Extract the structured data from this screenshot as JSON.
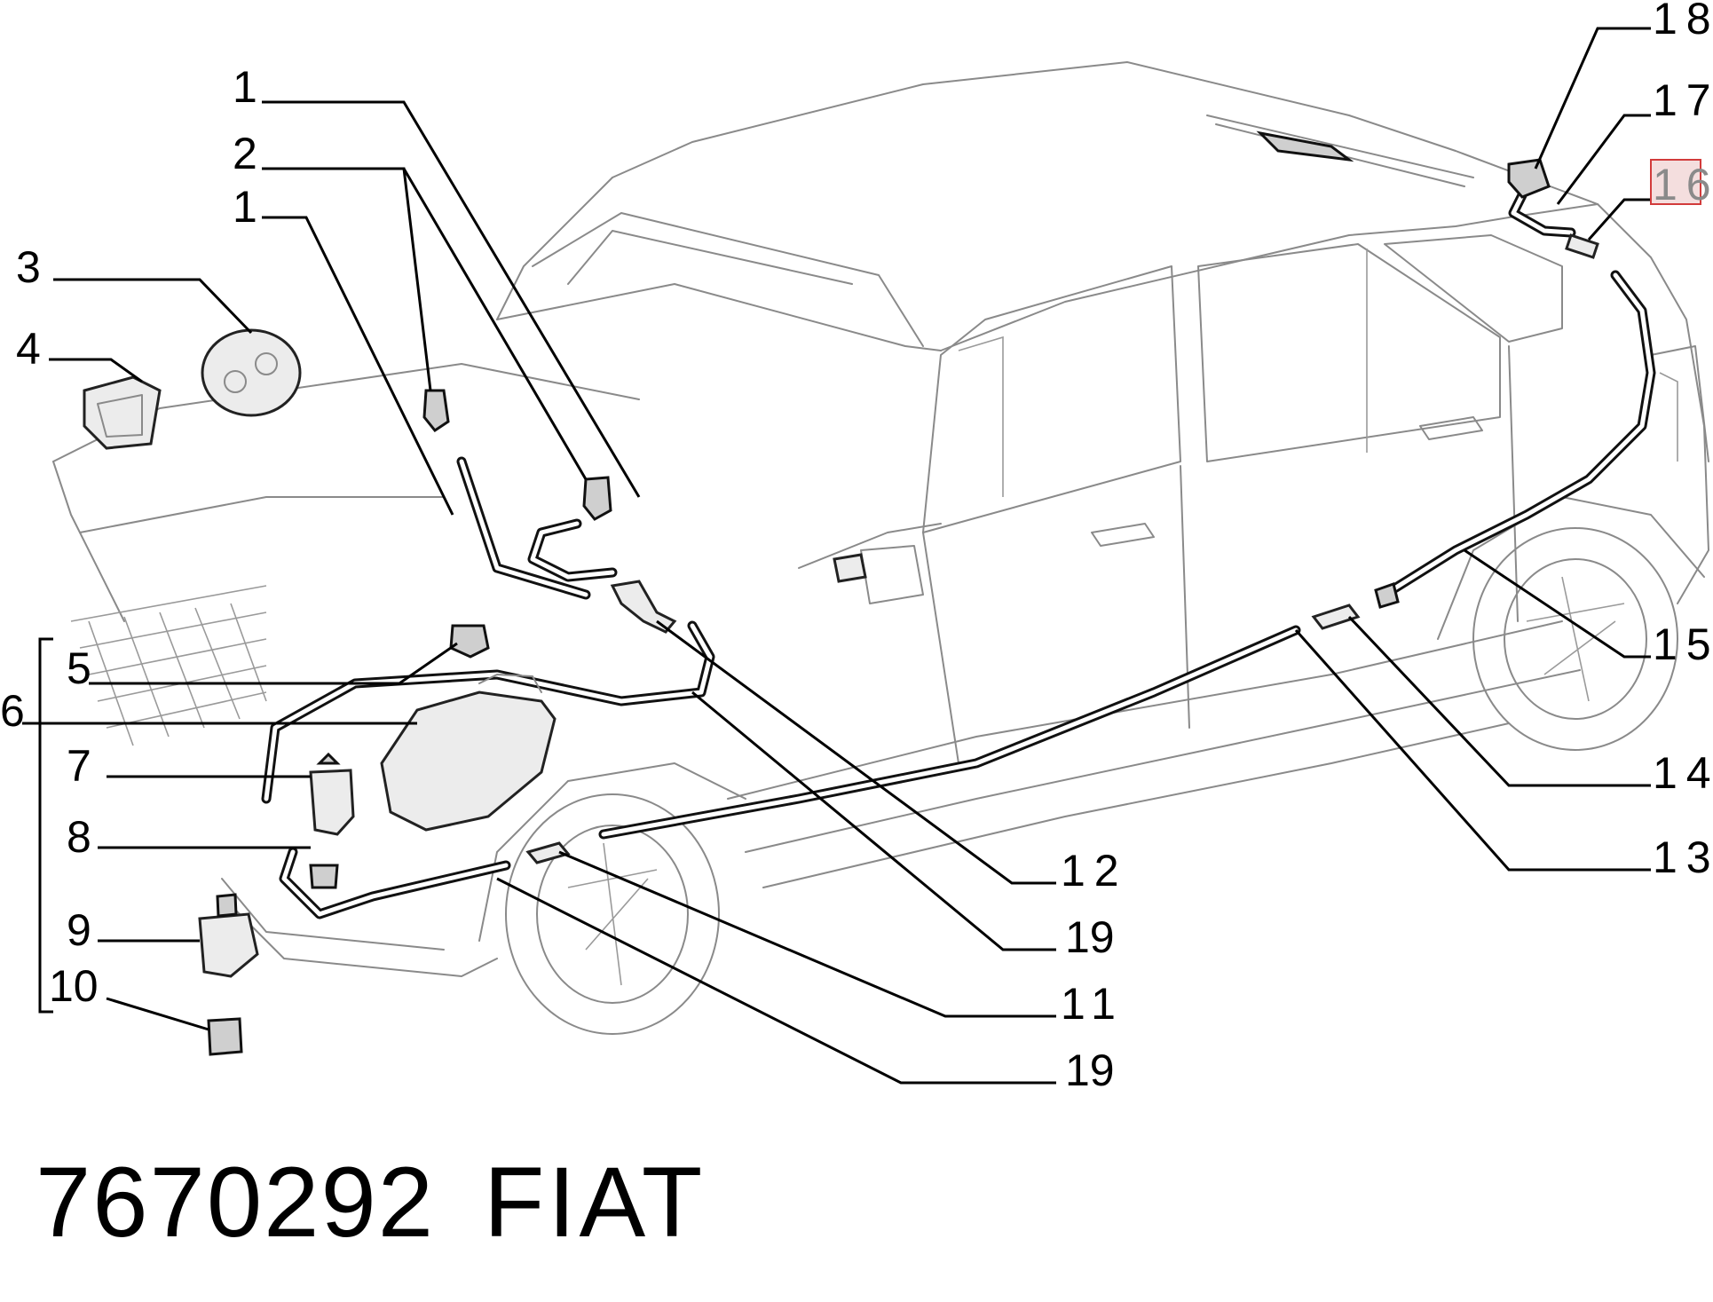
{
  "diagram": {
    "labels": [
      {
        "id": "1",
        "text": "1"
      },
      {
        "id": "2",
        "text": "2"
      },
      {
        "id": "1b",
        "text": "1"
      },
      {
        "id": "3",
        "text": "3"
      },
      {
        "id": "4",
        "text": "4"
      },
      {
        "id": "5",
        "text": "5"
      },
      {
        "id": "6",
        "text": "6"
      },
      {
        "id": "7",
        "text": "7"
      },
      {
        "id": "8",
        "text": "8"
      },
      {
        "id": "9",
        "text": "9"
      },
      {
        "id": "10",
        "text": "10"
      },
      {
        "id": "11",
        "text": "11"
      },
      {
        "id": "12",
        "text": "12"
      },
      {
        "id": "13",
        "text": "13"
      },
      {
        "id": "14",
        "text": "14"
      },
      {
        "id": "15",
        "text": "15"
      },
      {
        "id": "16",
        "text": "16",
        "highlighted": true
      },
      {
        "id": "17",
        "text": "17"
      },
      {
        "id": "18",
        "text": "18"
      },
      {
        "id": "19a",
        "text": "19"
      },
      {
        "id": "19b",
        "text": "19"
      }
    ],
    "highlight_color": "#d23b3b"
  },
  "footer": {
    "part_number": "7670292",
    "brand": "FIAT"
  }
}
